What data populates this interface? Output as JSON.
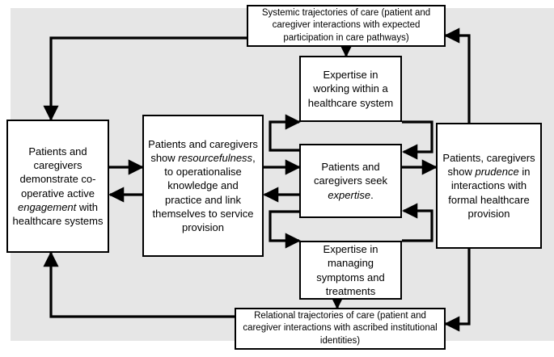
{
  "figure": {
    "background_color": "#e6e6e6",
    "node_fill": "#ffffff",
    "line_color": "#000000",
    "nodes": {
      "systemic_banner": "Systemic trajectories of care (patient and caregiver interactions with expected participation in care pathways)",
      "relational_banner": "Relational trajectories of care (patient and caregiver interactions with ascribed institutional identities)",
      "engagement": {
        "line1": "Patients and caregivers demonstrate co-operative active ",
        "emphasis": "engagement",
        "line2": " with healthcare systems"
      },
      "resourcefulness": {
        "line1": "Patients and caregivers show ",
        "emphasis": "resourcefulness",
        "line2": ", to operationalise knowledge and practice and link themselves to service provision"
      },
      "seek_expertise": {
        "line1": "Patients and caregivers seek ",
        "emphasis": "expertise",
        "line2": "."
      },
      "prudence": {
        "line1": "Patients, caregivers show ",
        "emphasis": "prudence",
        "line2": " in interactions with formal healthcare provision"
      },
      "expertise_working": "Expertise in working within a healthcare system",
      "expertise_managing": "Expertise in managing symptoms and treatments"
    },
    "edges": [
      {
        "name": "systemic-to-engagement",
        "from": "systemic_banner",
        "to": "engagement"
      },
      {
        "name": "systemic-to-expertise-working",
        "from": "systemic_banner",
        "to": "expertise_working"
      },
      {
        "name": "engagement-to-resourcefulness",
        "from": "engagement",
        "to": "resourcefulness"
      },
      {
        "name": "resourcefulness-to-engagement",
        "from": "resourcefulness",
        "to": "engagement"
      },
      {
        "name": "resourcefulness-to-seek-expertise",
        "from": "resourcefulness",
        "to": "seek_expertise"
      },
      {
        "name": "seek-expertise-to-resourcefulness",
        "from": "seek_expertise",
        "to": "resourcefulness"
      },
      {
        "name": "seek-expertise-to-expertise-working",
        "from": "seek_expertise",
        "to": "expertise_working"
      },
      {
        "name": "expertise-working-to-seek-expertise",
        "from": "expertise_working",
        "to": "seek_expertise"
      },
      {
        "name": "seek-expertise-to-expertise-managing",
        "from": "seek_expertise",
        "to": "expertise_managing"
      },
      {
        "name": "expertise-managing-to-seek-expertise",
        "from": "expertise_managing",
        "to": "seek_expertise"
      },
      {
        "name": "seek-expertise-to-prudence",
        "from": "seek_expertise",
        "to": "prudence"
      },
      {
        "name": "prudence-to-systemic",
        "from": "prudence",
        "to": "systemic_banner"
      },
      {
        "name": "prudence-to-relational",
        "from": "prudence",
        "to": "relational_banner"
      },
      {
        "name": "relational-to-engagement",
        "from": "relational_banner",
        "to": "engagement"
      },
      {
        "name": "expertise-managing-to-relational",
        "from": "expertise_managing",
        "to": "relational_banner"
      }
    ]
  }
}
